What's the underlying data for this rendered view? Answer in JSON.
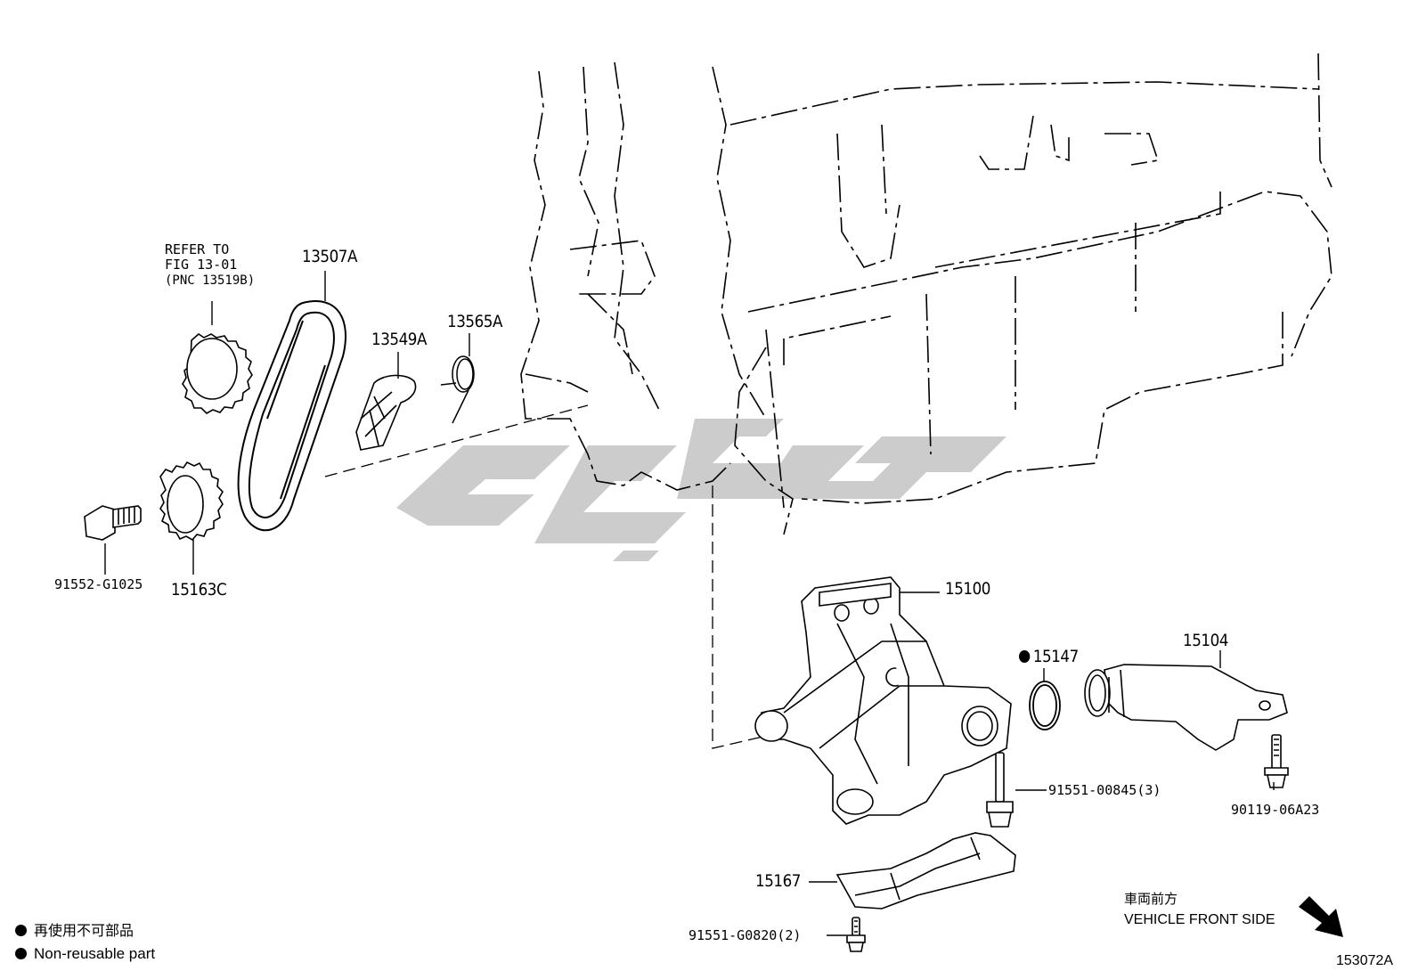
{
  "diagram_code": "153072A",
  "reference": {
    "line1": "REFER TO",
    "line2": "FIG 13-01",
    "line3": "(PNC 13519B)"
  },
  "callouts": [
    {
      "id": "13507A",
      "label": "13507A"
    },
    {
      "id": "13549A",
      "label": "13549A"
    },
    {
      "id": "13565A",
      "label": "13565A"
    },
    {
      "id": "91552-G1025",
      "label": "91552-G1025"
    },
    {
      "id": "15163C",
      "label": "15163C"
    },
    {
      "id": "15100",
      "label": "15100"
    },
    {
      "id": "15147",
      "label": "15147",
      "non_reusable": true
    },
    {
      "id": "15104",
      "label": "15104"
    },
    {
      "id": "91551-00845",
      "label": "91551-00845(3)"
    },
    {
      "id": "90119-06A23",
      "label": "90119-06A23"
    },
    {
      "id": "15167",
      "label": "15167"
    },
    {
      "id": "91551-G0820",
      "label": "91551-G0820(2)"
    }
  ],
  "direction": {
    "japanese": "車両前方",
    "english": "VEHICLE FRONT SIDE"
  },
  "legend": {
    "japanese": "再使用不可部品",
    "english": "Non-reusable part"
  },
  "colors": {
    "line": "#000000",
    "watermark": "#c8c8c8",
    "background": "#ffffff"
  }
}
